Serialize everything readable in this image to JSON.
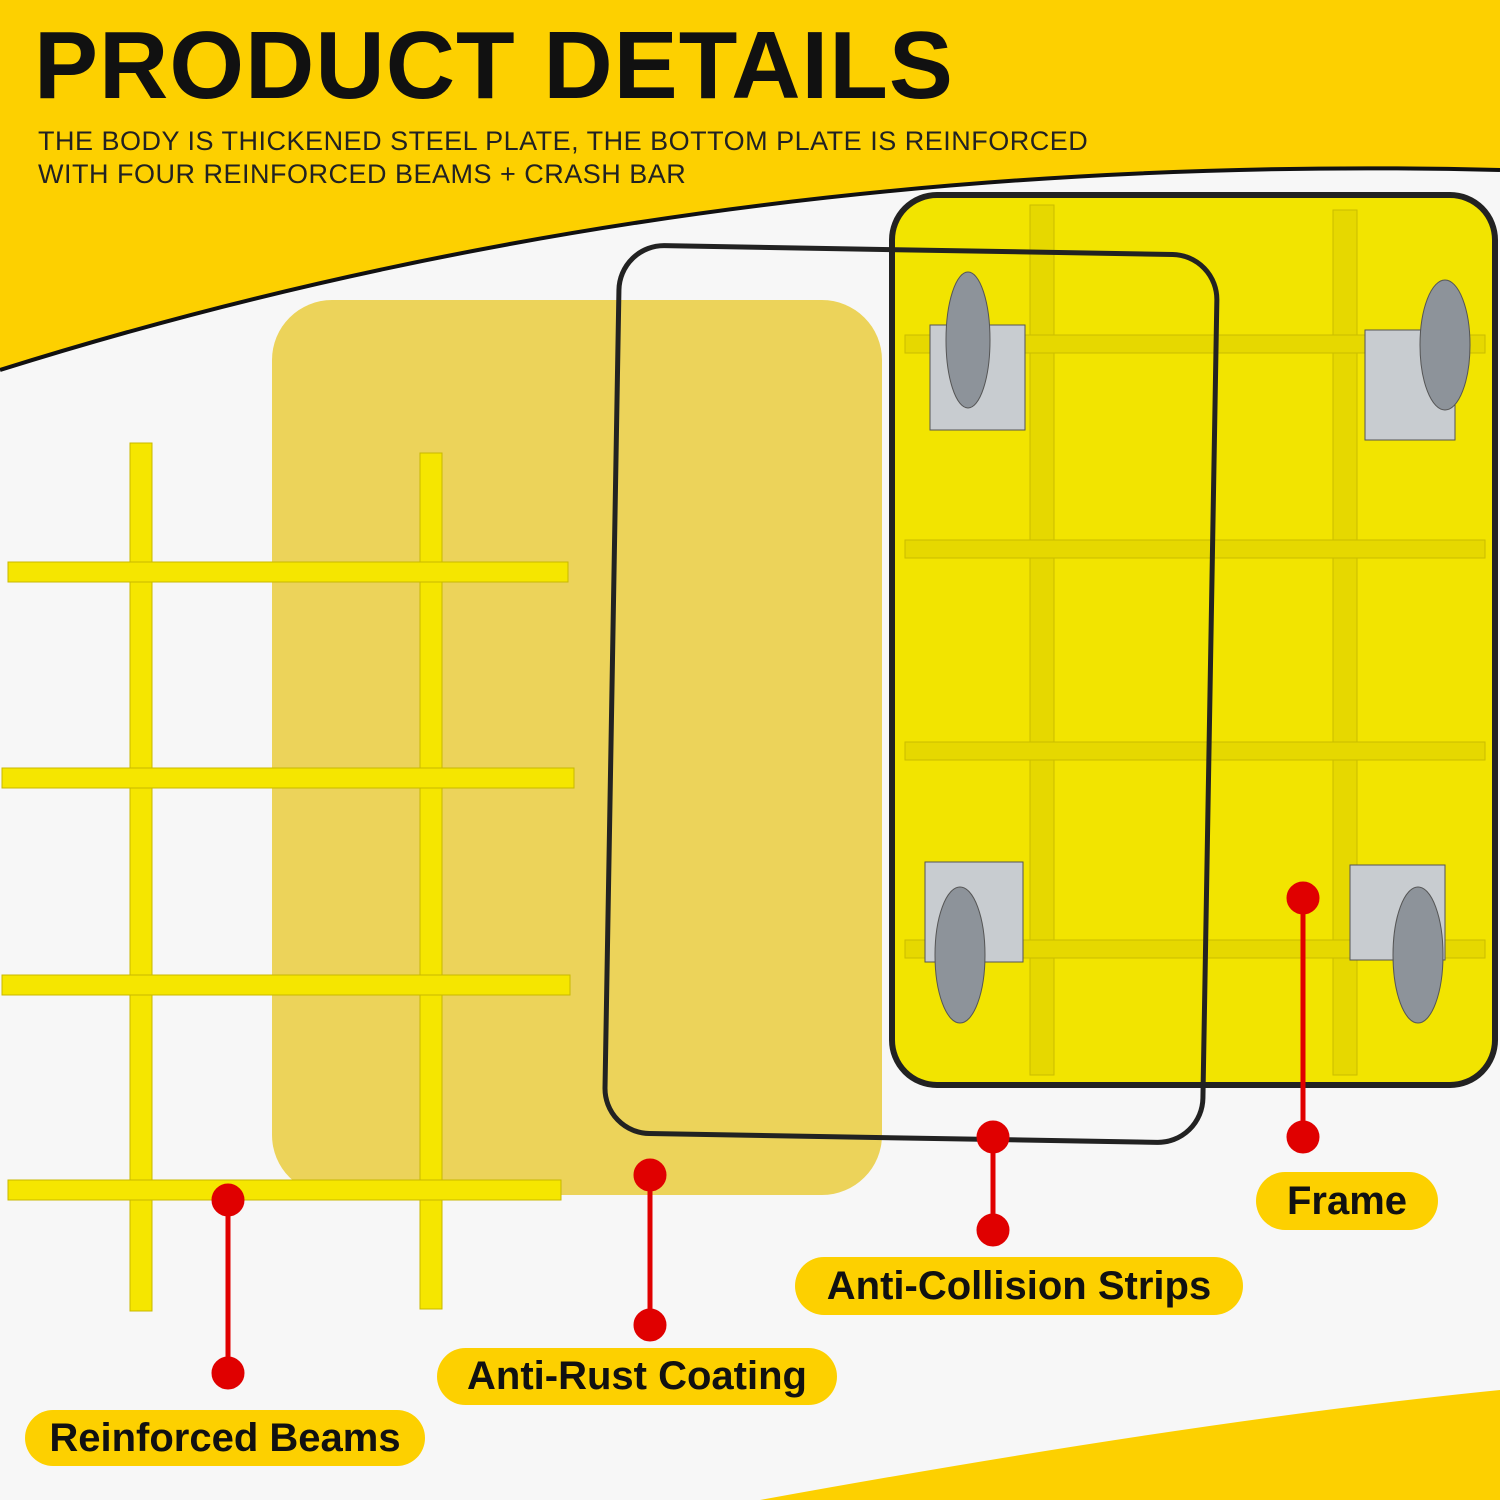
{
  "header": {
    "title": "PRODUCT DETAILS",
    "subtitle_line1": "THE BODY IS THICKENED STEEL PLATE, THE BOTTOM PLATE IS REINFORCED",
    "subtitle_line2": "WITH FOUR REINFORCED BEAMS + CRASH BAR"
  },
  "labels": {
    "reinforced_beams": "Reinforced Beams",
    "anti_rust_coating": "Anti-Rust Coating",
    "anti_collision_strips": "Anti-Collision Strips",
    "frame": "Frame"
  },
  "colors": {
    "brand_yellow": "#fdd000",
    "pointer_red": "#e00000",
    "coating": "#ecd35a",
    "steel_yellow": "#f5e600"
  }
}
